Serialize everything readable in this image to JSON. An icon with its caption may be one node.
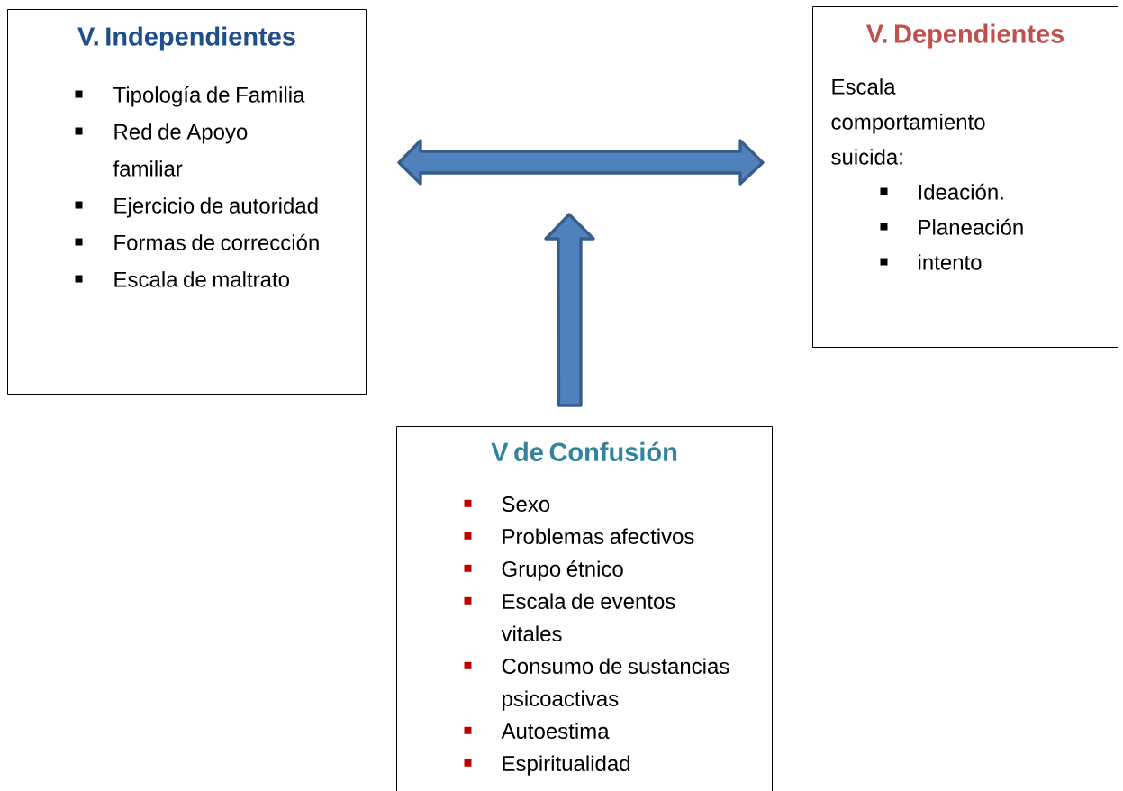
{
  "diagram": {
    "nodes": [
      {
        "text": [
          "V. Independientes",
          "Tipología de Familia",
          "Red de Apoyo familiar",
          "Ejercicio de autoridad",
          "Formas de corrección",
          "Escala de maltrato"
        ]
      },
      {
        "text": [
          "V. Dependientes",
          "Escala comportamiento suicida:",
          "Ideación.",
          "Planeación",
          "intento"
        ]
      },
      {
        "text": [
          "V de Confusión",
          "Sexo",
          "Problemas afectivos",
          "Grupo étnico",
          "Escala de eventos vitales",
          "Consumo de sustancias psicoactivas",
          "Autoestima",
          "Espiritualidad"
        ]
      }
    ],
    "edges": [
      {
        "from": 0,
        "to": 1,
        "arrow": "both"
      },
      {
        "from": 2,
        "to": null,
        "arrow": "to"
      }
    ]
  }
}
